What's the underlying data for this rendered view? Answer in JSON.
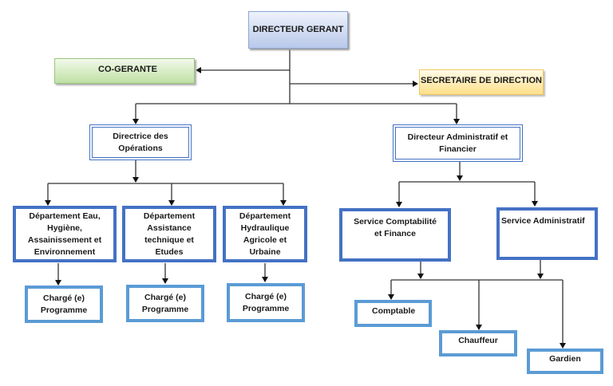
{
  "org_chart": {
    "top": {
      "label": "DIRECTEUR GERANT"
    },
    "co_gerante": {
      "label": "CO-GERANTE"
    },
    "secretaire": {
      "label": "SECRETAIRE DE DIRECTION"
    },
    "directrice_operations": {
      "label": "Directrice des Opérations"
    },
    "directeur_admin": {
      "label": "Directeur Administratif et Financier"
    },
    "departments": [
      {
        "label": "Département Eau, Hygiène, Assainissement et Environnement",
        "child": "Chargé (e) Programme"
      },
      {
        "label": "Département Assistance technique et Etudes",
        "child": "Chargé (e) Programme"
      },
      {
        "label": "Département Hydraulique Agricole et Urbaine",
        "child": "Chargé (e) Programme"
      }
    ],
    "services": [
      {
        "label": "Service Comptabilité et Finance"
      },
      {
        "label": "Service Administratif"
      }
    ],
    "staff": [
      {
        "label": "Comptable"
      },
      {
        "label": "Chauffeur"
      },
      {
        "label": "Gardien"
      }
    ],
    "colors": {
      "box_border": "#4472c4",
      "box_border_light": "#5b9bd5",
      "top_fill": "#b9c9ea",
      "co_gerante_fill": "#bfe0a4",
      "secretaire_fill": "#ffe08a"
    }
  }
}
